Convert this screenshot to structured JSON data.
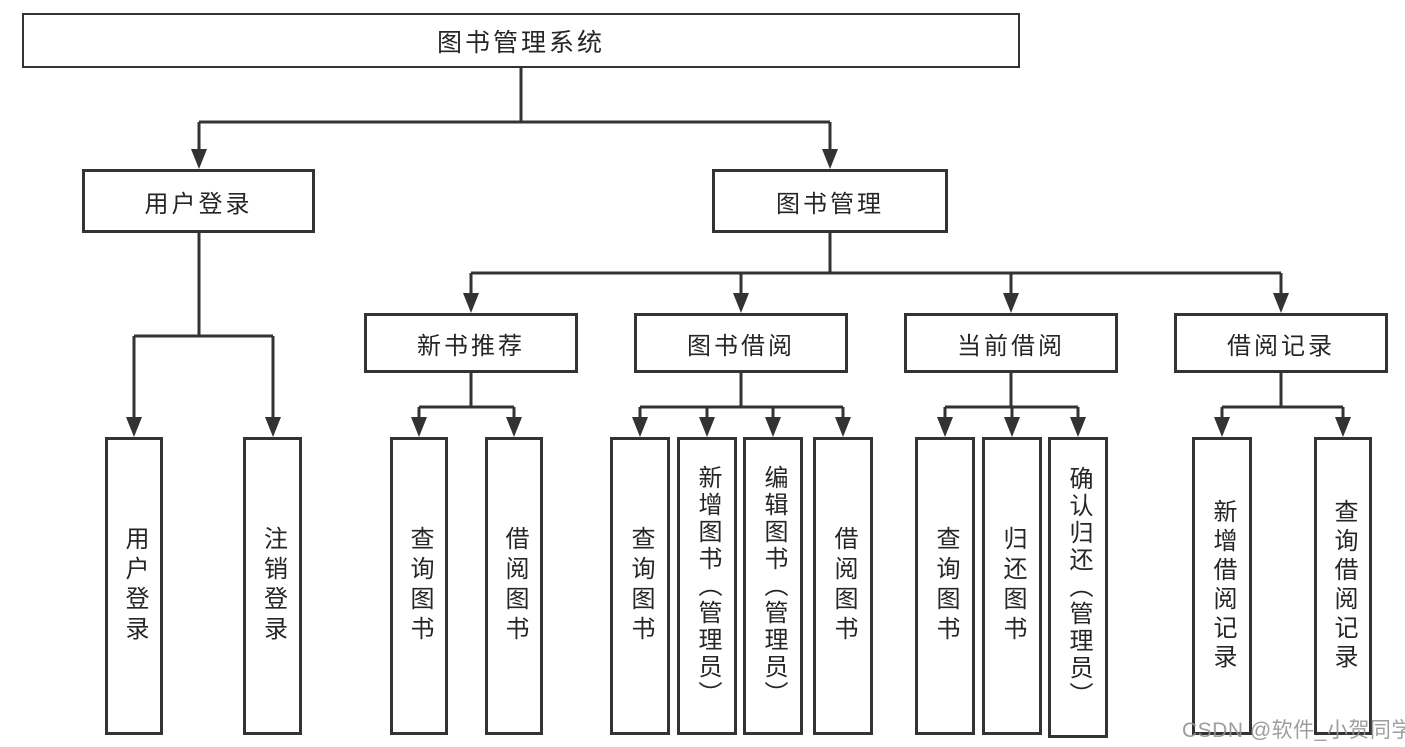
{
  "diagram": {
    "root": {
      "label": "图书管理系统"
    },
    "branches": [
      {
        "label": "用户登录",
        "children": [
          {
            "label": "用户登录"
          },
          {
            "label": "注销登录"
          }
        ]
      },
      {
        "label": "图书管理",
        "children": [
          {
            "label": "新书推荐",
            "children": [
              {
                "label": "查询图书"
              },
              {
                "label": "借阅图书"
              }
            ]
          },
          {
            "label": "图书借阅",
            "children": [
              {
                "label": "查询图书"
              },
              {
                "label": "新增图书（管理员）"
              },
              {
                "label": "编辑图书（管理员）"
              },
              {
                "label": "借阅图书"
              }
            ]
          },
          {
            "label": "当前借阅",
            "children": [
              {
                "label": "查询图书"
              },
              {
                "label": "归还图书"
              },
              {
                "label": "确认归还（管理员）"
              }
            ]
          },
          {
            "label": "借阅记录",
            "children": [
              {
                "label": "新增借阅记录"
              },
              {
                "label": "查询借阅记录"
              }
            ]
          }
        ]
      }
    ]
  },
  "watermark": {
    "text": "CSDN @软件_小贺同学"
  },
  "colors": {
    "line": "#333333",
    "text": "#262626",
    "background": "#ffffff",
    "watermark": "#949494"
  }
}
